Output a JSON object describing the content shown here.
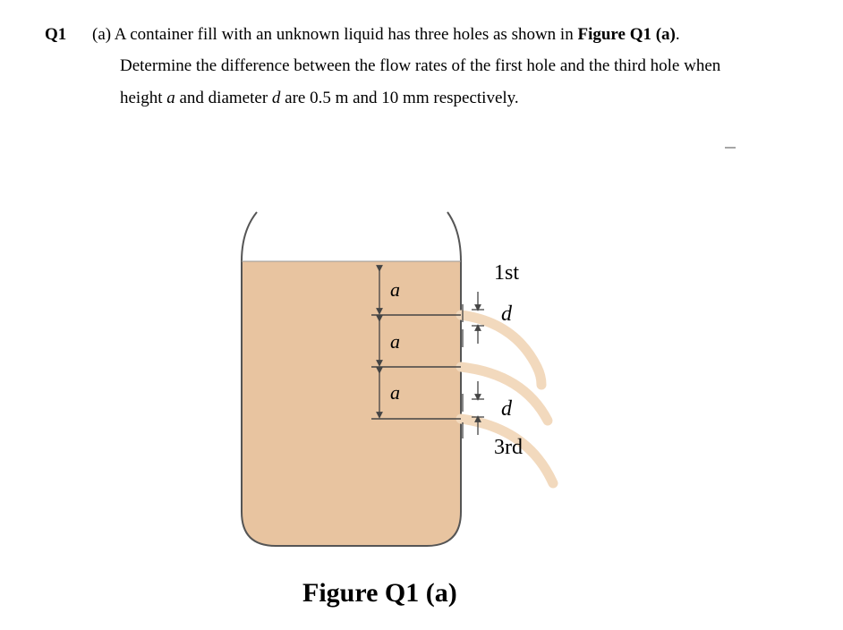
{
  "question": {
    "number": "Q1",
    "part_label": "(a)",
    "line1_text": "A container fill with an unknown liquid has three holes as shown in",
    "figure_ref": "Figure Q1 (a)",
    "line1_end": ".",
    "line2": "Determine the difference between the flow rates of the first hole and the third hole when",
    "line3_a": "height",
    "var_a": "a",
    "line3_b": "and diameter",
    "var_d": "d",
    "line3_c": "are 0.5 m and 10 mm respectively."
  },
  "figure": {
    "label_a": "a",
    "label_d": "d",
    "label_first": "1st",
    "label_third": "3rd",
    "caption": "Figure Q1 (a)",
    "colors": {
      "liquid": "#e8c4a0",
      "jet": "#f2d9bd",
      "outline": "#555555"
    }
  }
}
